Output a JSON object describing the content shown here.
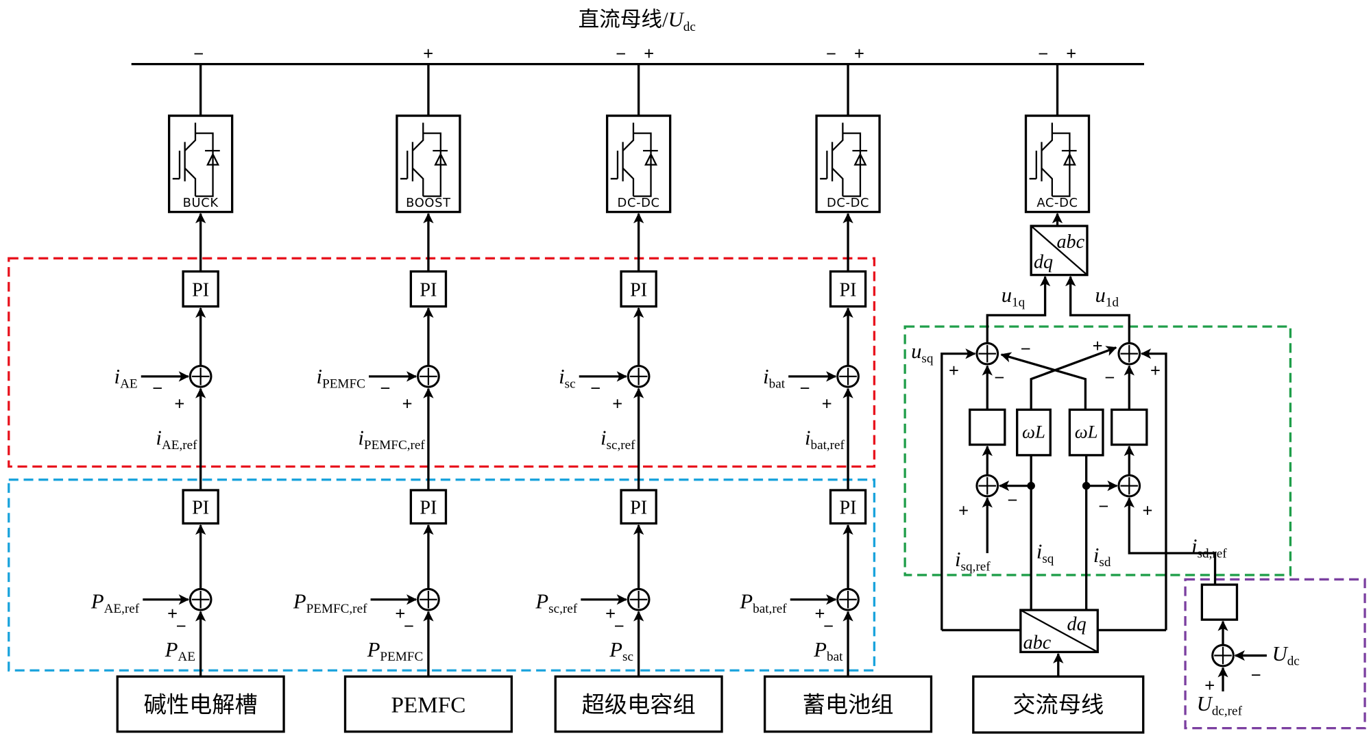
{
  "dc_bus": {
    "label_main": "直流母线/",
    "label_var": "U",
    "label_sub": "dc",
    "terminal_signs": {
      "buck": [
        "−"
      ],
      "boost": [
        "+"
      ],
      "dcdc_sc": [
        "−",
        "+"
      ],
      "dcdc_bat": [
        "−",
        "+"
      ],
      "acdc": [
        "−",
        "+"
      ]
    }
  },
  "colors": {
    "current_loop_box": "#e8141e",
    "power_loop_box": "#1aa3dc",
    "ac_current_loop_box": "#1f9e49",
    "voltage_loop_box": "#7b3fa0",
    "lines": "#000000"
  },
  "branches": [
    {
      "id": "ae",
      "converter": "BUCK",
      "source": "碱性电解槽",
      "pi_inner": "PI",
      "pi_outer": "PI",
      "i_meas": {
        "var": "i",
        "sub": "AE"
      },
      "i_ref": {
        "var": "i",
        "sub": "AE,ref"
      },
      "p_ref": {
        "var": "P",
        "sub": "AE,ref"
      },
      "p_meas": {
        "var": "P",
        "sub": "AE"
      },
      "signs": {
        "inner_left": "−",
        "inner_bottom": "+",
        "outer_left": "+",
        "outer_bottom": "−"
      }
    },
    {
      "id": "pemfc",
      "converter": "BOOST",
      "source": "PEMFC",
      "pi_inner": "PI",
      "pi_outer": "PI",
      "i_meas": {
        "var": "i",
        "sub": "PEMFC"
      },
      "i_ref": {
        "var": "i",
        "sub": "PEMFC,ref"
      },
      "p_ref": {
        "var": "P",
        "sub": "PEMFC,ref"
      },
      "p_meas": {
        "var": "P",
        "sub": "PEMFC"
      },
      "signs": {
        "inner_left": "−",
        "inner_bottom": "+",
        "outer_left": "+",
        "outer_bottom": "−"
      }
    },
    {
      "id": "sc",
      "converter": "DC-DC",
      "source": "超级电容组",
      "pi_inner": "PI",
      "pi_outer": "PI",
      "i_meas": {
        "var": "i",
        "sub": "sc"
      },
      "i_ref": {
        "var": "i",
        "sub": "sc,ref"
      },
      "p_ref": {
        "var": "P",
        "sub": "sc,ref"
      },
      "p_meas": {
        "var": "P",
        "sub": "sc"
      },
      "signs": {
        "inner_left": "−",
        "inner_bottom": "+",
        "outer_left": "+",
        "outer_bottom": "−"
      }
    },
    {
      "id": "bat",
      "converter": "DC-DC",
      "source": "蓄电池组",
      "pi_inner": "PI",
      "pi_outer": "PI",
      "i_meas": {
        "var": "i",
        "sub": "bat"
      },
      "i_ref": {
        "var": "i",
        "sub": "bat,ref"
      },
      "p_ref": {
        "var": "P",
        "sub": "bat,ref"
      },
      "p_meas": {
        "var": "P",
        "sub": "bat"
      },
      "signs": {
        "inner_left": "−",
        "inner_bottom": "+",
        "outer_left": "+",
        "outer_bottom": "−"
      }
    }
  ],
  "ac_branch": {
    "converter": "AC-DC",
    "source": "交流母线",
    "dq_abc_top": {
      "upper": "abc",
      "lower": "dq"
    },
    "abc_dq_bottom": {
      "upper": "dq",
      "lower": "abc"
    },
    "u1q": {
      "var": "u",
      "sub": "1q"
    },
    "u1d": {
      "var": "u",
      "sub": "1d"
    },
    "usq": {
      "var": "u",
      "sub": "sq"
    },
    "wL_left": "ωL",
    "wL_right": "ωL",
    "isq_ref": {
      "var": "i",
      "sub": "sq,ref"
    },
    "isq": {
      "var": "i",
      "sub": "sq"
    },
    "isd": {
      "var": "i",
      "sub": "sd"
    },
    "isd_ref": {
      "var": "i",
      "sub": "sd,ref"
    },
    "udc": {
      "var": "U",
      "sub": "dc"
    },
    "udc_ref": {
      "var": "U",
      "sub": "dc,ref"
    },
    "signs": {
      "q_top_left": "+",
      "q_top_cross": "−",
      "q_top_bottom": "−",
      "d_top_cross": "+",
      "d_top_right": "+",
      "d_top_bottom": "−",
      "q_low_bottom": "+",
      "q_low_right": "−",
      "d_low_left": "−",
      "d_low_bottom": "+",
      "v_right": "−",
      "v_bottom": "+"
    }
  }
}
